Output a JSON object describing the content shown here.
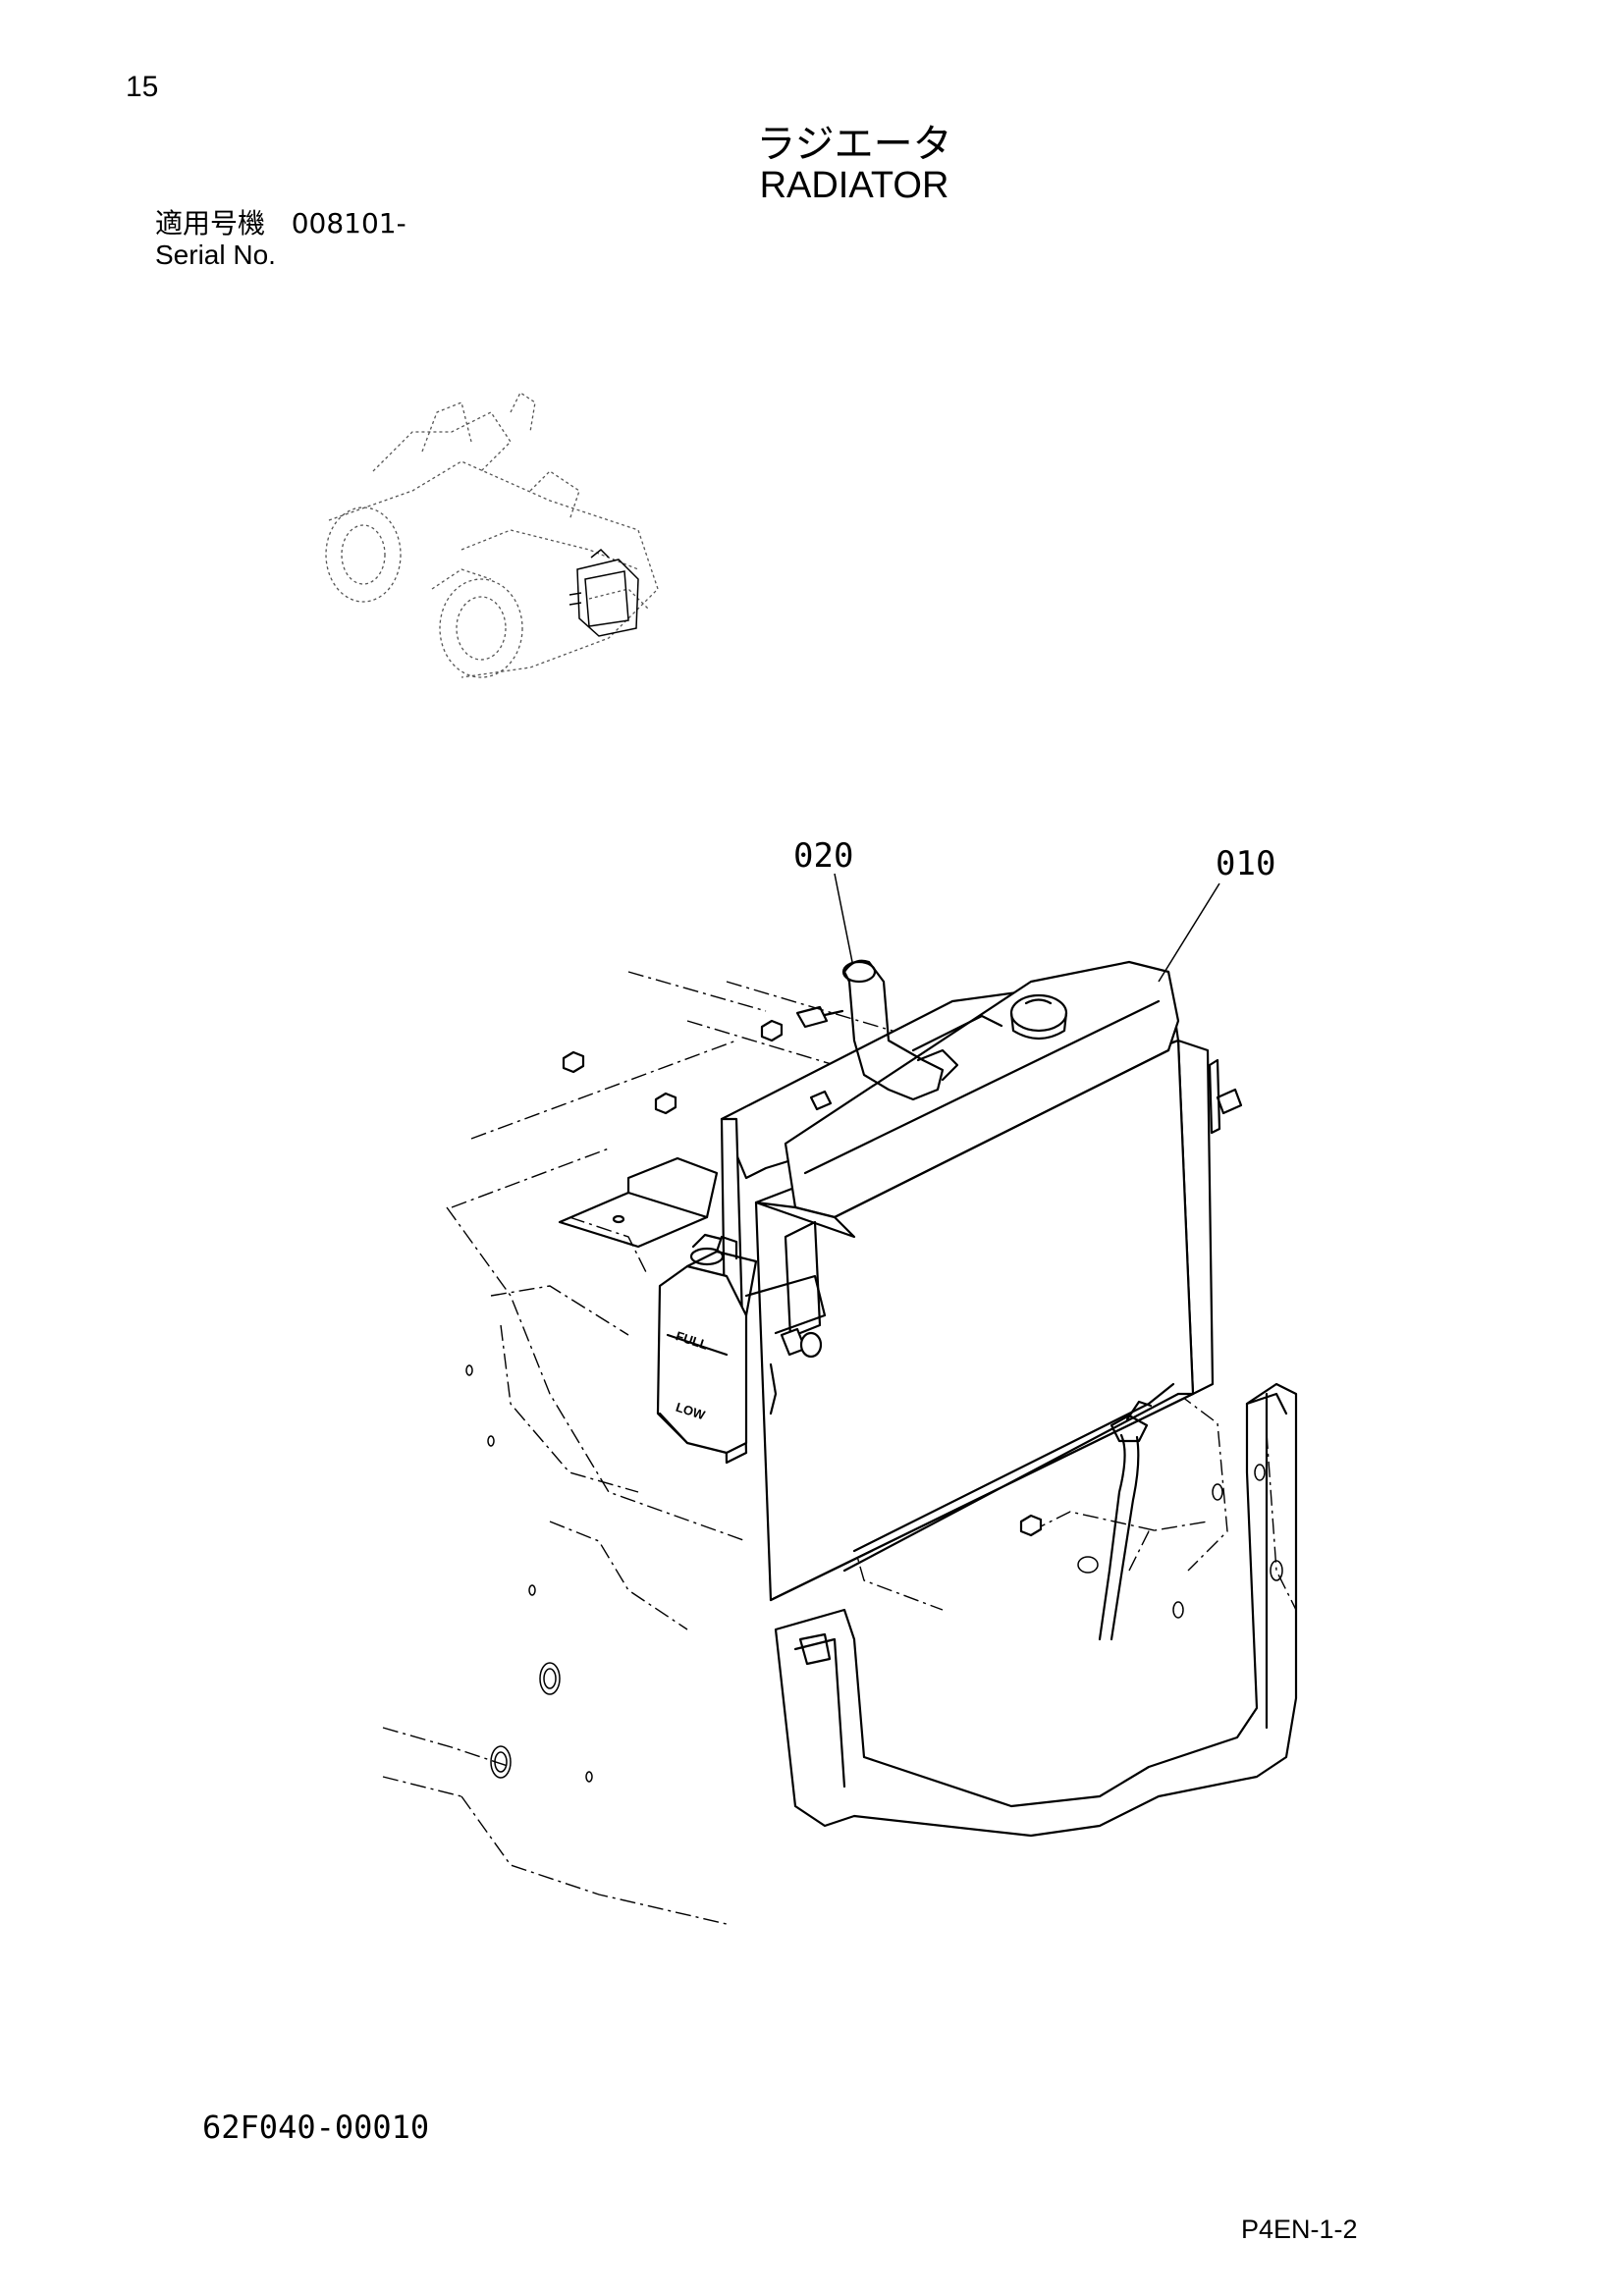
{
  "header": {
    "page_number": "15",
    "title_ja": "ラジエータ",
    "title_en": "RADIATOR",
    "serial_label_ja": "適用号機",
    "serial_value": "008101-",
    "serial_label_en": "Serial No."
  },
  "callouts": {
    "radiator": "010",
    "hose": "020"
  },
  "tank_labels": {
    "full": "FULL",
    "low": "LOW"
  },
  "footer": {
    "drawing_code": "62F040-00010",
    "page_code": "P4EN-1-2"
  }
}
